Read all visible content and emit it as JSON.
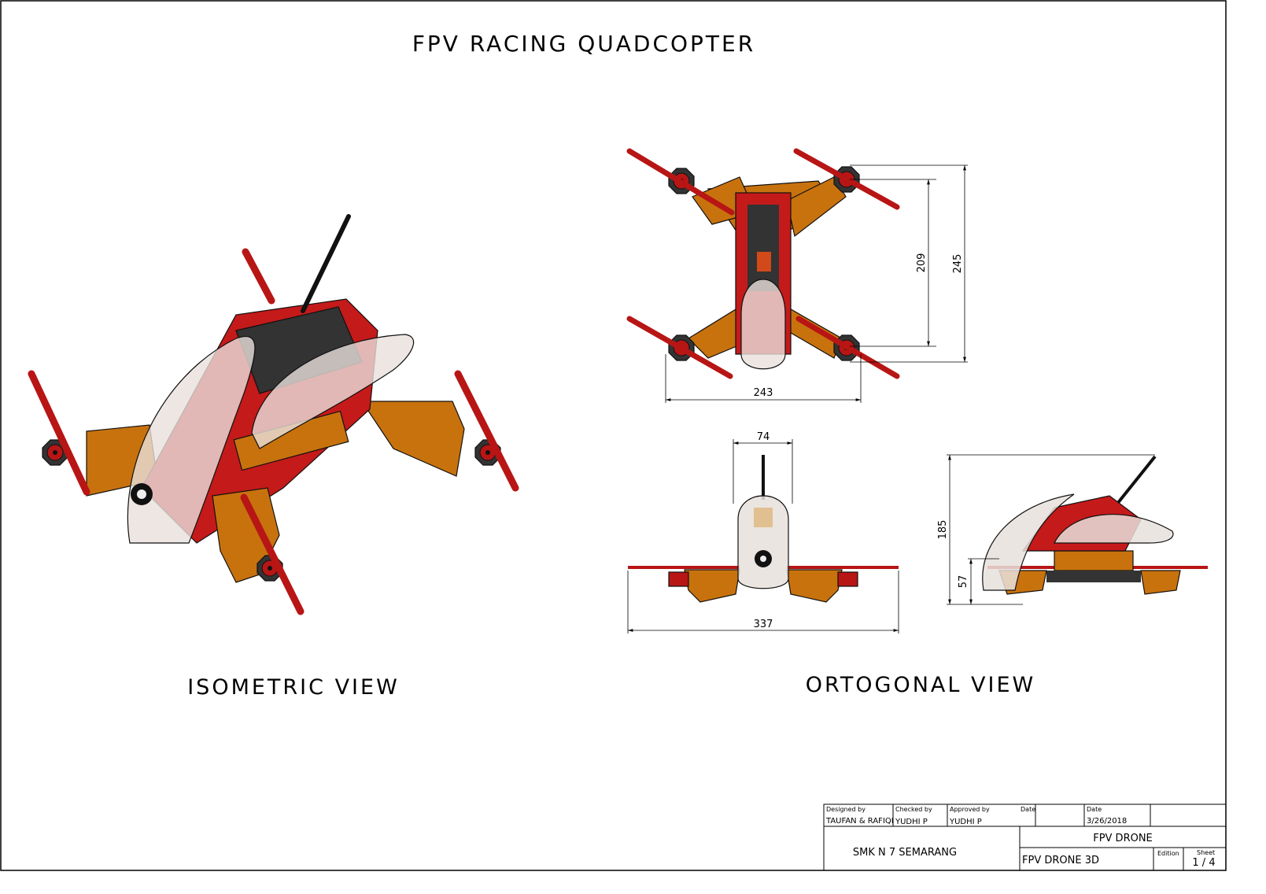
{
  "drawing": {
    "title": "FPV RACING QUADCOPTER",
    "views": {
      "isometric_label": "ISOMETRIC VIEW",
      "orthogonal_label": "ORTOGONAL VIEW"
    },
    "dimensions": {
      "top_inner_length": "209",
      "top_overall_length": "245",
      "top_width": "243",
      "front_body_width": "74",
      "front_overall_width": "337",
      "side_height": "185",
      "side_low_height": "57"
    },
    "colors": {
      "frame_red": "#c41a1a",
      "arm_orange": "#c8720e",
      "prop_red": "#b81515",
      "canopy": "#e8e0dc",
      "carbon": "#333333"
    }
  },
  "title_block": {
    "designed_by_label": "Designed by",
    "designed_by": "TAUFAN & RAFIQI",
    "checked_by_label": "Checked by",
    "checked_by": "YUDHI P",
    "approved_by_label": "Approved by",
    "approved_by": "YUDHI P",
    "date_label_1": "Date",
    "date_label_2": "Date",
    "date": "3/26/2018",
    "organization": "SMK N 7 SEMARANG",
    "title": "FPV DRONE",
    "subtitle": "FPV DRONE 3D",
    "edition_label": "Edition",
    "sheet_label": "Sheet",
    "sheet": "1 / 4"
  }
}
